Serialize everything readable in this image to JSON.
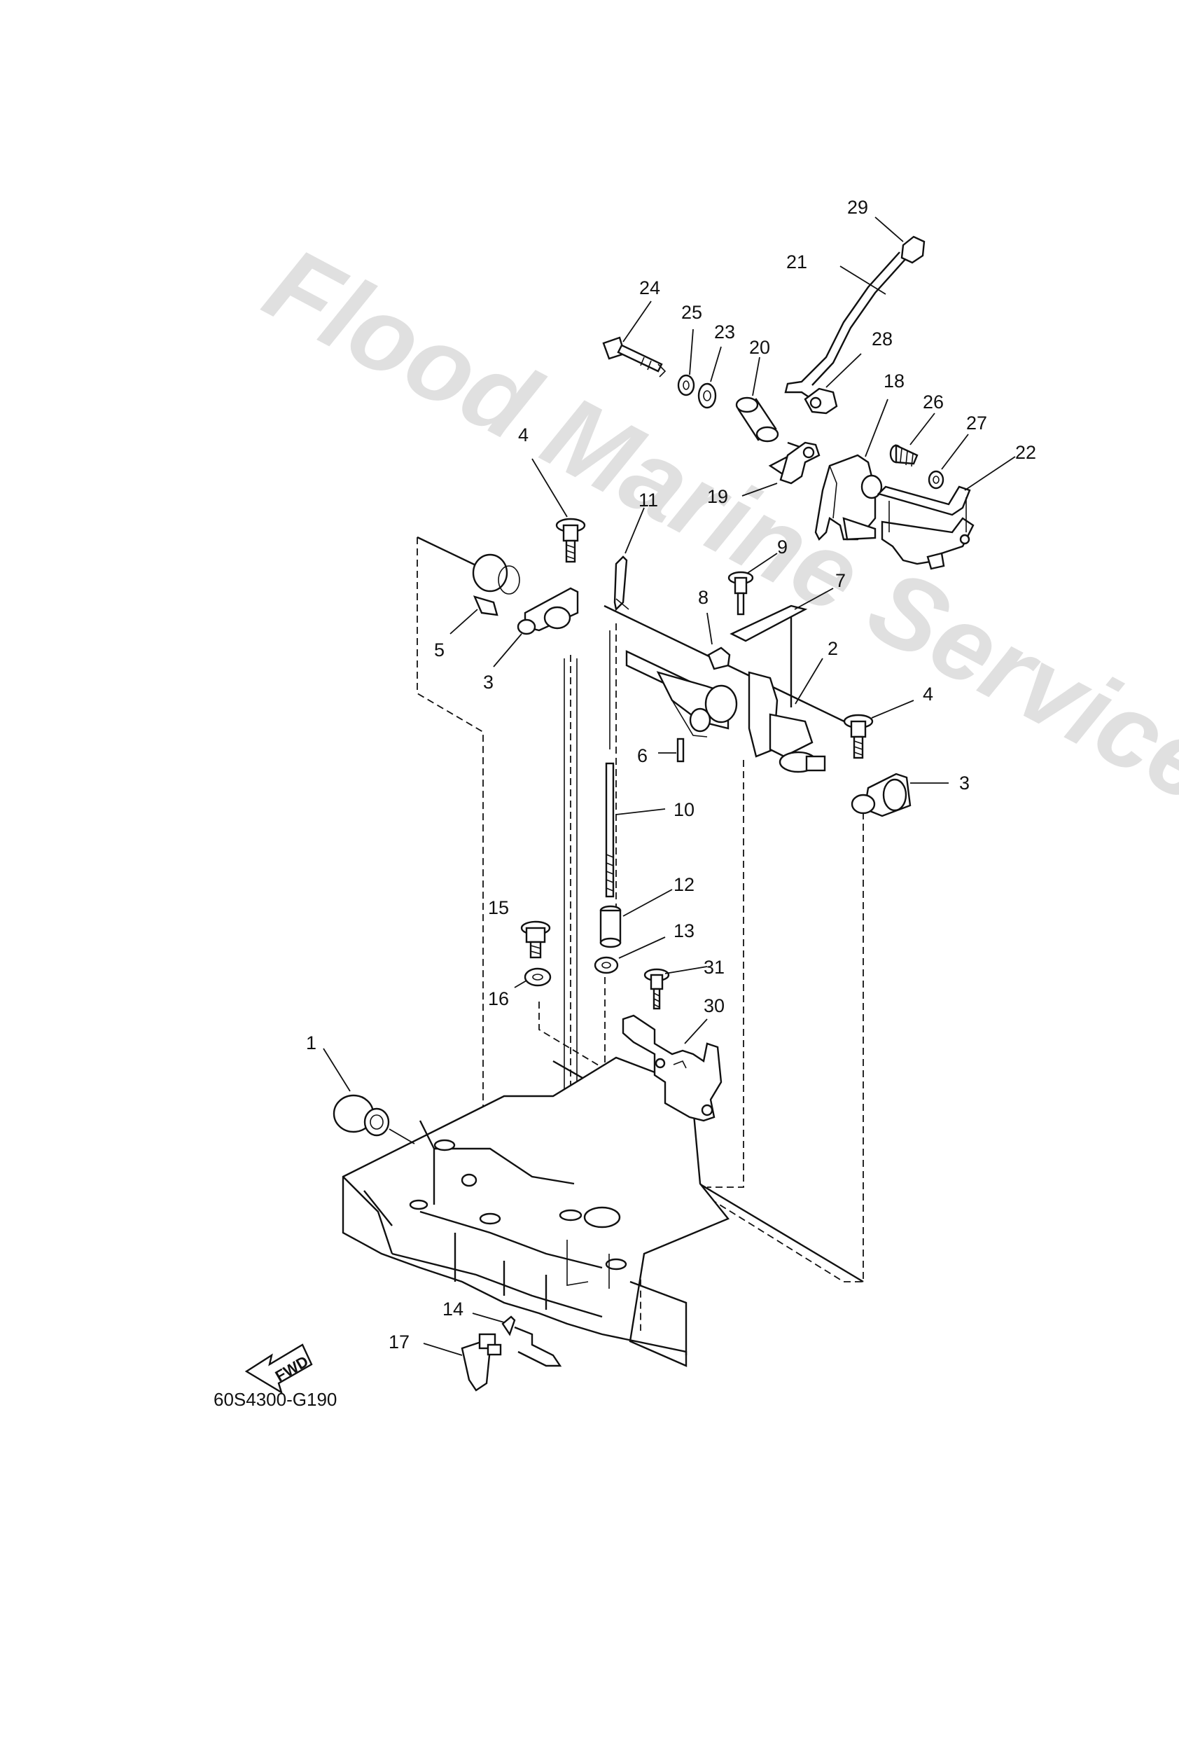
{
  "watermark": "Flood Marine Services",
  "reference_code": "60S4300-G190",
  "fwd_label": "FWD",
  "callouts": [
    "1",
    "2",
    "3",
    "3",
    "4",
    "4",
    "5",
    "6",
    "7",
    "8",
    "9",
    "10",
    "11",
    "12",
    "13",
    "14",
    "15",
    "16",
    "17",
    "18",
    "19",
    "20",
    "21",
    "22",
    "23",
    "24",
    "25",
    "26",
    "27",
    "28",
    "29",
    "30",
    "31"
  ]
}
